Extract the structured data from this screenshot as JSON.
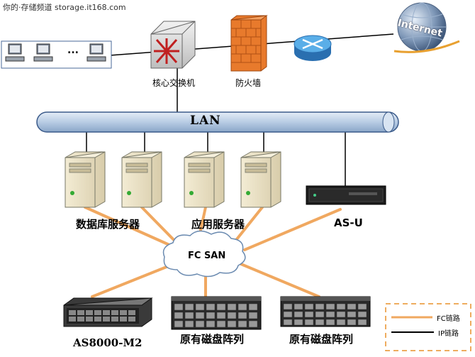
{
  "watermark": "你的·存储频道 storage.it168.com",
  "labels": {
    "core_switch": "核心交换机",
    "firewall": "防火墙",
    "lan": "LAN",
    "db_servers": "数据库服务器",
    "app_servers": "应用服务器",
    "as_u": "AS-U",
    "fc_san": "FC SAN",
    "as8000": "AS8000-M2",
    "array_1": "原有磁盘阵列",
    "array_2": "原有磁盘阵列",
    "clients_ellipsis": "...",
    "internet": "Internet"
  },
  "legend": {
    "fc_link": "FC链路",
    "ip_link": "IP链路"
  },
  "colors": {
    "fc_link": "#f0a860",
    "ip_link": "#000000",
    "lan_bus": "#b8cce4",
    "firewall": "#e87a2c",
    "router": "#3a8fd0",
    "legend_border": "#e8902a"
  },
  "icons": [
    "workstation-icon",
    "core-switch-icon",
    "firewall-icon",
    "router-icon",
    "internet-globe-icon",
    "server-icon",
    "rack-server-icon",
    "storage-array-icon",
    "san-cloud-icon"
  ]
}
